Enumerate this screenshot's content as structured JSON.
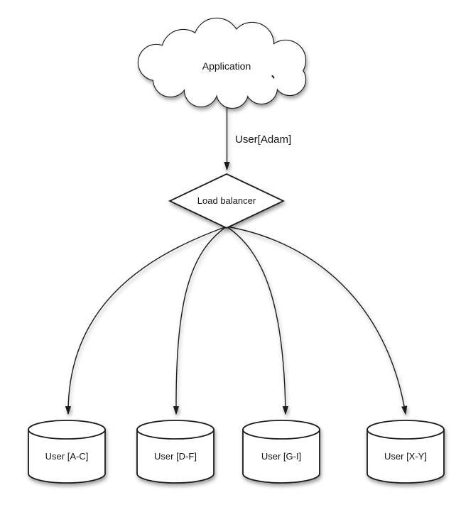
{
  "diagram": {
    "application": {
      "label": "Application"
    },
    "request_edge": {
      "label": "User[Adam]"
    },
    "load_balancer": {
      "label": "Load balancer"
    },
    "shards": [
      {
        "label": "User [A-C]"
      },
      {
        "label": "User [D-F]"
      },
      {
        "label": "User [G-I]"
      },
      {
        "label": "User [X-Y]"
      }
    ]
  },
  "colors": {
    "stroke": "#1c1c1c",
    "shape_fill": "#ffffff",
    "text": "#141414",
    "background": "#ffffff"
  }
}
